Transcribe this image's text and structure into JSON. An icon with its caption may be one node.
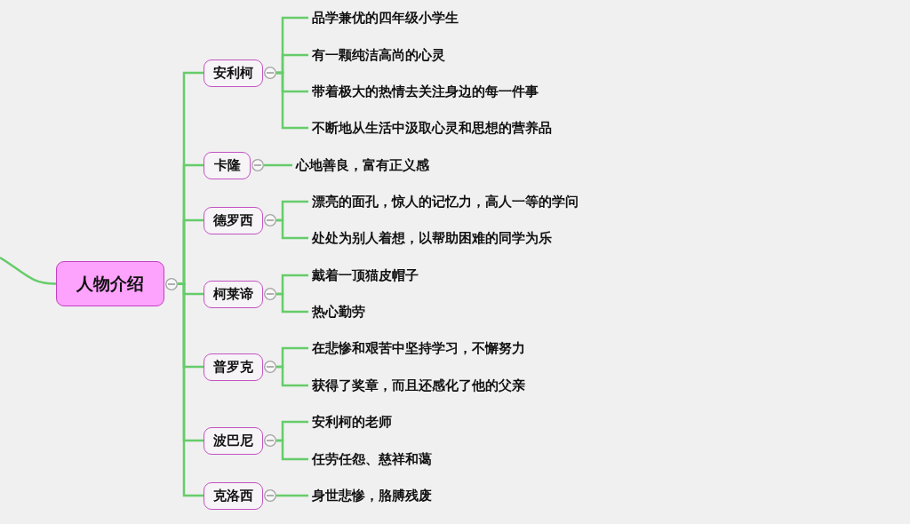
{
  "diagram": {
    "nodes": [
      {
        "text": [
          "人物介绍"
        ]
      },
      {
        "text": [
          "安利柯"
        ]
      },
      {
        "text": [
          "品学兼优的四年级小学生"
        ]
      },
      {
        "text": [
          "有一颗纯洁高尚的心灵"
        ]
      },
      {
        "text": [
          "带着极大的热情去关注身边的每一件事"
        ]
      },
      {
        "text": [
          "不断地从生活中汲取心灵和思想的营养品"
        ]
      },
      {
        "text": [
          "卡隆"
        ]
      },
      {
        "text": [
          "心地善良，富有正义感"
        ]
      },
      {
        "text": [
          "德罗西"
        ]
      },
      {
        "text": [
          "漂亮的面孔，惊人的记忆力，高人一等的学问"
        ]
      },
      {
        "text": [
          "处处为别人着想，以帮助困难的同学为乐"
        ]
      },
      {
        "text": [
          "柯莱谛"
        ]
      },
      {
        "text": [
          "戴着一顶猫皮帽子"
        ]
      },
      {
        "text": [
          "热心勤劳"
        ]
      },
      {
        "text": [
          "普罗克"
        ]
      },
      {
        "text": [
          "在悲惨和艰苦中坚持学习，不懈努力"
        ]
      },
      {
        "text": [
          "获得了奖章，而且还感化了他的父亲"
        ]
      },
      {
        "text": [
          "波巴尼"
        ]
      },
      {
        "text": [
          "安利柯的老师"
        ]
      },
      {
        "text": [
          "任劳任怨、慈祥和蔼"
        ]
      },
      {
        "text": [
          "克洛西"
        ]
      },
      {
        "text": [
          "身世悲惨，胳膊残废"
        ]
      }
    ],
    "edges": [
      {
        "from": null,
        "to": 0,
        "arrow": "none"
      },
      {
        "from": 0,
        "to": 1,
        "arrow": "none"
      },
      {
        "from": 0,
        "to": 6,
        "arrow": "none"
      },
      {
        "from": 0,
        "to": 8,
        "arrow": "none"
      },
      {
        "from": 0,
        "to": 11,
        "arrow": "none"
      },
      {
        "from": 0,
        "to": 14,
        "arrow": "none"
      },
      {
        "from": 0,
        "to": 17,
        "arrow": "none"
      },
      {
        "from": 0,
        "to": 20,
        "arrow": "none"
      },
      {
        "from": 1,
        "to": 2,
        "arrow": "none"
      },
      {
        "from": 1,
        "to": 3,
        "arrow": "none"
      },
      {
        "from": 1,
        "to": 4,
        "arrow": "none"
      },
      {
        "from": 1,
        "to": 5,
        "arrow": "none"
      },
      {
        "from": 6,
        "to": 7,
        "arrow": "none"
      },
      {
        "from": 8,
        "to": 9,
        "arrow": "none"
      },
      {
        "from": 8,
        "to": 10,
        "arrow": "none"
      },
      {
        "from": 11,
        "to": 12,
        "arrow": "none"
      },
      {
        "from": 11,
        "to": 13,
        "arrow": "none"
      },
      {
        "from": 14,
        "to": 15,
        "arrow": "none"
      },
      {
        "from": 14,
        "to": 16,
        "arrow": "none"
      },
      {
        "from": 17,
        "to": 18,
        "arrow": "none"
      },
      {
        "from": 17,
        "to": 19,
        "arrow": "none"
      },
      {
        "from": 20,
        "to": 21,
        "arrow": "none"
      }
    ]
  }
}
